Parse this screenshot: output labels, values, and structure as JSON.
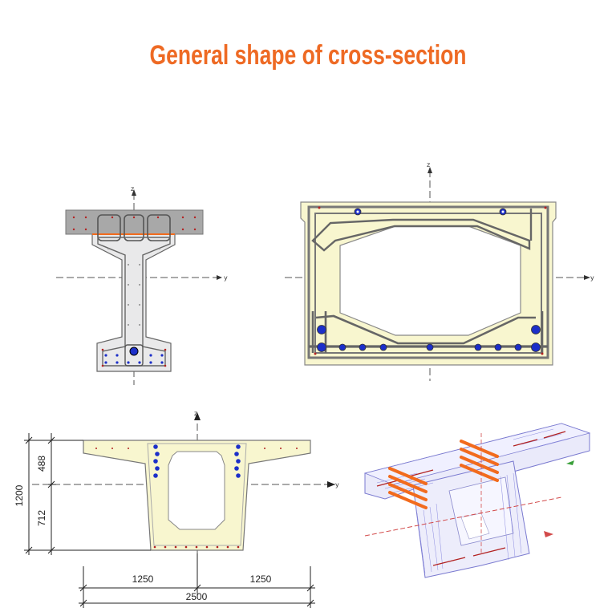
{
  "title": "General shape of cross-section",
  "axes": {
    "y": "y",
    "z": "z"
  },
  "dimensions": {
    "top_height": "488",
    "bottom_height": "712",
    "total_height": "1200",
    "half_width_left": "1250",
    "half_width_right": "1250",
    "total_width": "2500"
  },
  "colors": {
    "title": "#ee6a24",
    "concrete_fill": "#f8f6cf",
    "ibeam_fill": "#e6e6e6",
    "deck_fill": "#a9a9a9",
    "rebar": "#555555",
    "tendon": "#1c2fc9",
    "point": "#b22222",
    "orange_bars": "#f26b1d"
  }
}
